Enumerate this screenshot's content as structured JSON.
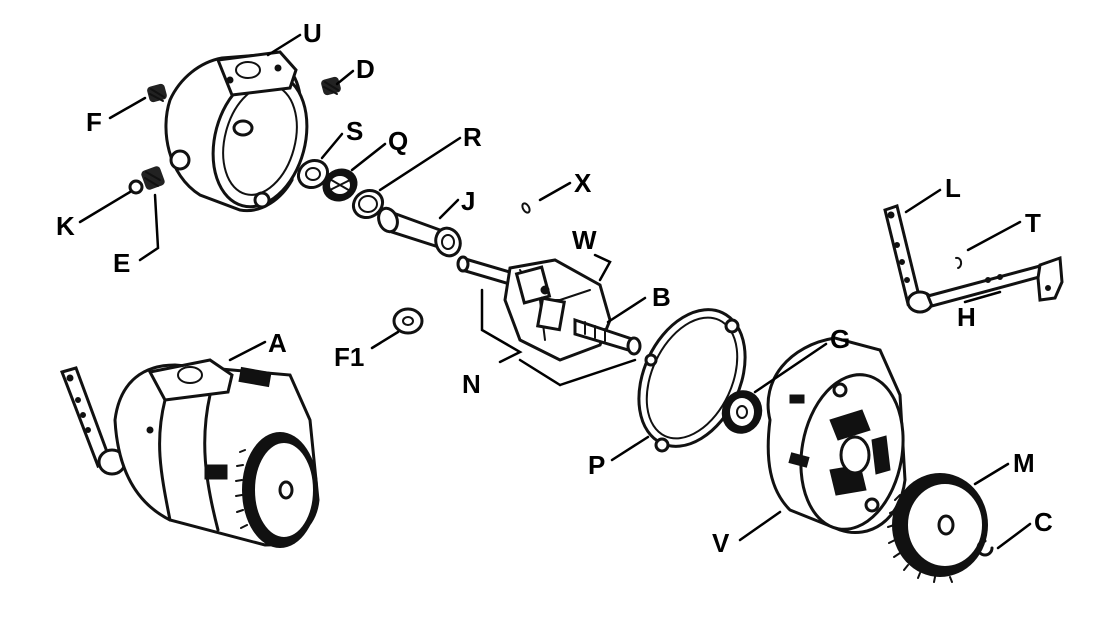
{
  "labels": {
    "U": "U",
    "D": "D",
    "F": "F",
    "S": "S",
    "Q": "Q",
    "R": "R",
    "X": "X",
    "K": "K",
    "J": "J",
    "W": "W",
    "E": "E",
    "L": "L",
    "T": "T",
    "B": "B",
    "H": "H",
    "A": "A",
    "F1": "F1",
    "G": "G",
    "N": "N",
    "P": "P",
    "M": "M",
    "V": "V",
    "C": "C"
  }
}
